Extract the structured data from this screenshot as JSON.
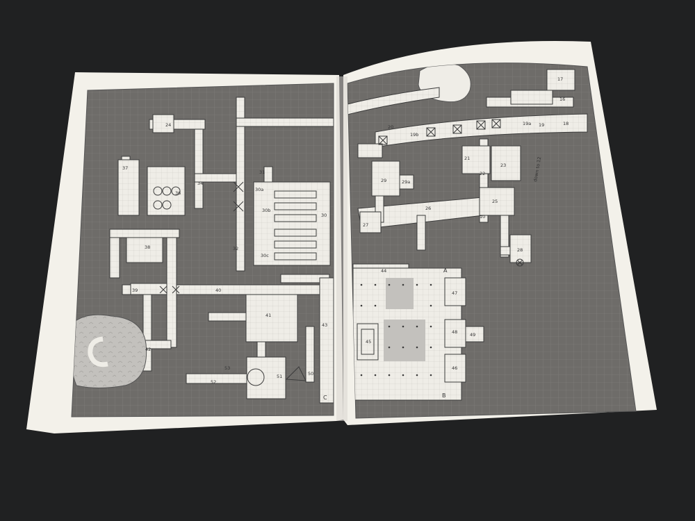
{
  "photo": {
    "subject": "open-booklet-dungeon-map",
    "colors": {
      "table": "#202122",
      "paper": "#f3f1ea",
      "map_ground": "#6e6c69",
      "grid_line": "#848280",
      "room_fill": "#efede7",
      "cave_fill": "#c3c1bd",
      "outline": "#3a3a3a"
    }
  },
  "left_page": {
    "room_labels": [
      "24",
      "37",
      "36",
      "34",
      "31",
      "30a",
      "30b",
      "30",
      "30c",
      "32",
      "38",
      "39",
      "40",
      "41",
      "42",
      "43",
      "50",
      "51",
      "52",
      "53"
    ],
    "edge_letter": "C"
  },
  "right_page": {
    "room_labels": [
      "20",
      "19b",
      "19a",
      "19",
      "18",
      "17",
      "16",
      "21",
      "22",
      "23",
      "29",
      "29a",
      "27",
      "26",
      "25",
      "28",
      "44",
      "45",
      "46",
      "47",
      "48",
      "49",
      "10"
    ],
    "note": "down to 12",
    "edge_letters": [
      "A",
      "B"
    ]
  }
}
